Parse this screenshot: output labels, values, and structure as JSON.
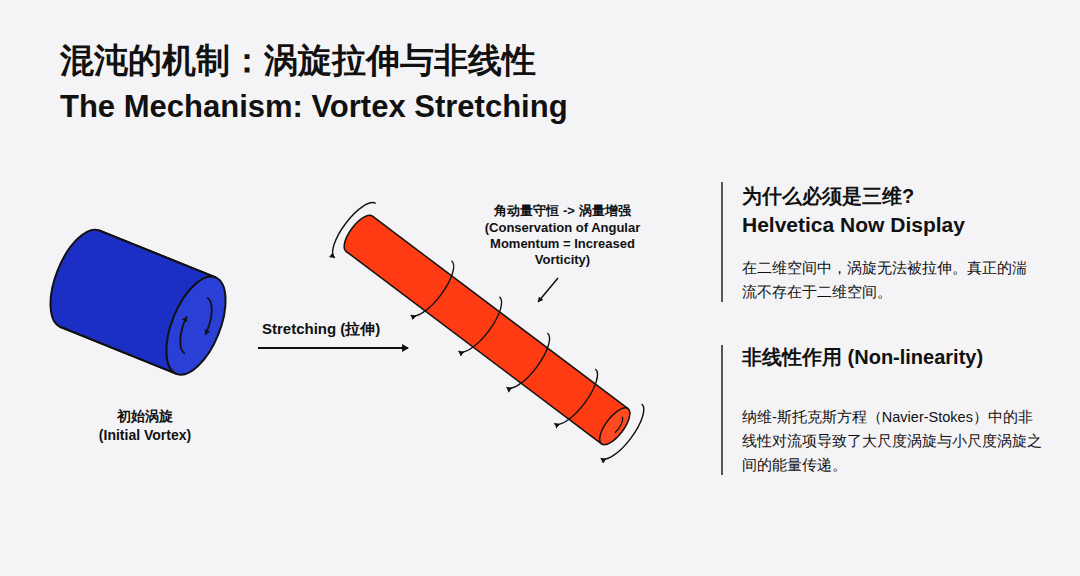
{
  "diagram": {
    "title": "混沌的机制：涡旋拉伸与非线性",
    "labels": [
      "The Mechanism: Vortex Stretching",
      "角动量守恒 -> 涡量增强",
      "(Conservation of Angular Momentum = Increased Vorticity)",
      "Stretching (拉伸)",
      "初始涡旋",
      "(Initial Vortex)",
      "为什么必须是三维?",
      "Helvetica Now Display",
      "在二维空间中，涡旋无法被拉伸。真正的湍流不存在于二维空间。",
      "非线性作用 (Non-linearity)",
      "纳维-斯托克斯方程（Navier-Stokes）中的非线性对流项导致了大尺度涡旋与小尺度涡旋之间的能量传递。"
    ]
  }
}
